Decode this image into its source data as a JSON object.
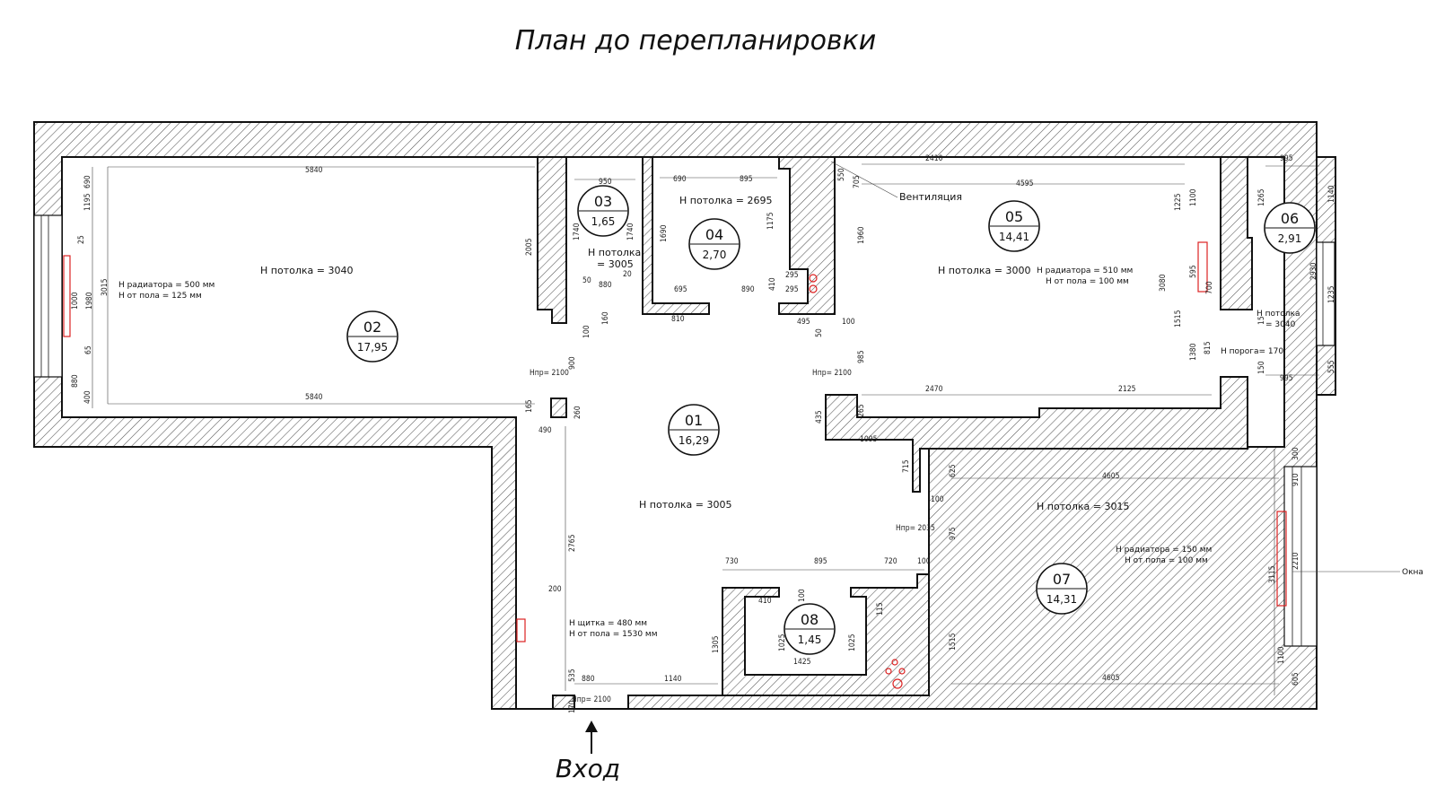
{
  "title": "План до перепланировки",
  "entrance": "Вход",
  "window_label": "Окна",
  "ventilation": "Вентиляция",
  "rooms": [
    {
      "id": "01",
      "num": "01",
      "area": "16,29",
      "ceiling": "Н потолка = 3005"
    },
    {
      "id": "02",
      "num": "02",
      "area": "17,95",
      "ceiling": "Н потолка = 3040"
    },
    {
      "id": "03",
      "num": "03",
      "area": "1,65",
      "ceiling": "Н потолка",
      "ceiling2": "= 3005"
    },
    {
      "id": "04",
      "num": "04",
      "area": "2,70",
      "ceiling": "Н потолка = 2695"
    },
    {
      "id": "05",
      "num": "05",
      "area": "14,41",
      "ceiling": "Н потолка = 3000"
    },
    {
      "id": "06",
      "num": "06",
      "area": "2,91",
      "ceiling": "Н потолка",
      "ceiling2": "= 3040",
      "threshold": "Н порога= 170"
    },
    {
      "id": "07",
      "num": "07",
      "area": "14,31",
      "ceiling": "Н потолка = 3015"
    },
    {
      "id": "08",
      "num": "08",
      "area": "1,45"
    }
  ],
  "notes": {
    "rad02_a": "Н радиатора = 500 мм",
    "rad02_b": "Н от пола = 125 мм",
    "rad05_a": "Н радиатора = 510 мм",
    "rad05_b": "Н от пола = 100 мм",
    "rad07_a": "Н радиатора = 150 мм",
    "rad07_b": "Н от пола = 100 мм",
    "panel_a": "Н щитка = 480 мм",
    "panel_b": "Н от пола = 1530 мм",
    "door_a": "Нпр= 2100",
    "door_b": "Нпр= 2100",
    "door_c": "Нпр= 2035",
    "door_d": "Нпр= 2100"
  },
  "dims": {
    "d5840a": "5840",
    "d5840b": "5840",
    "d1195": "1195",
    "d690": "690",
    "d25": "25",
    "d1000": "1000",
    "d1980": "1980",
    "d3015a": "3015",
    "d65": "65",
    "d880a": "880",
    "d400": "400",
    "d2005": "2005",
    "d950": "950",
    "d1740a": "1740",
    "d1740b": "1740",
    "d50a": "50",
    "d880b": "880",
    "d20": "20",
    "d100a": "100",
    "d160": "160",
    "d900": "900",
    "d165": "165",
    "d260": "260",
    "d490": "490",
    "d690b": "690",
    "d895a": "895",
    "d1690": "1690",
    "d1175": "1175",
    "d695": "695",
    "d890": "890",
    "d410a": "410",
    "d810": "810",
    "d550": "550",
    "d705": "705",
    "d1960": "1960",
    "d295a": "295",
    "d295b": "295",
    "d495": "495",
    "d50b": "50",
    "d100b": "100",
    "d985": "985",
    "d265": "265",
    "d435": "435",
    "d1095": "1095",
    "d2410": "2410",
    "d4595": "4595",
    "d1225": "1225",
    "d1100a": "1100",
    "d3080": "3080",
    "d1515a": "1515",
    "d1380": "1380",
    "d815": "815",
    "d595": "595",
    "d700": "700",
    "d2470": "2470",
    "d2125": "2125",
    "d995a": "995",
    "d1265": "1265",
    "d1140": "1140",
    "d2930": "2930",
    "d1235": "1235",
    "d15": "15",
    "d150": "150",
    "d995b": "995",
    "d555": "555",
    "d715": "715",
    "d625": "625",
    "d100c": "100",
    "d975": "975",
    "d4605a": "4605",
    "d300": "300",
    "d910": "910",
    "d3115": "3115",
    "d2210": "2210",
    "d1100b": "1100",
    "d605": "605",
    "d4605b": "4605",
    "d1515b": "1515",
    "d2765": "2765",
    "d200": "200",
    "d535": "535",
    "d170": "170",
    "d880c": "880",
    "d1140b": "1140",
    "d1305": "1305",
    "d730": "730",
    "d895b": "895",
    "d720": "720",
    "d100d": "100",
    "d100e": "100",
    "d410b": "410",
    "d115": "115",
    "d1025a": "1025",
    "d1025b": "1025",
    "d1425": "1425"
  }
}
